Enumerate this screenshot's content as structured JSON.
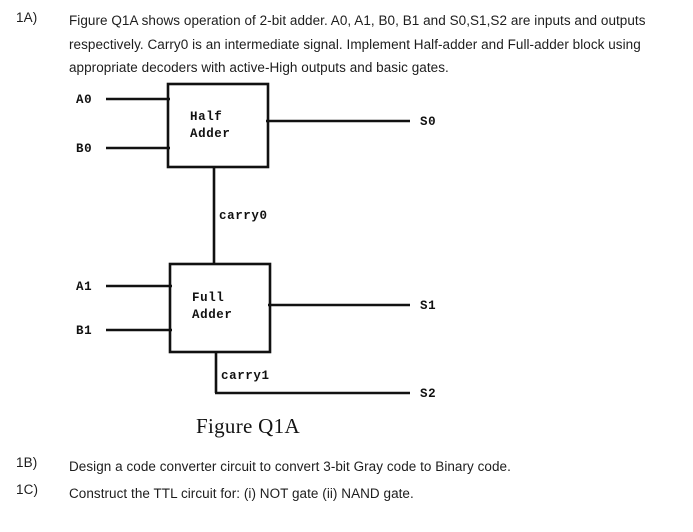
{
  "page": {
    "background": "#ffffff",
    "ink": "#1d1d1d"
  },
  "questions": [
    {
      "label": "1A)",
      "text": "Figure Q1A shows operation of 2-bit adder. A0, A1, B0, B1 and S0,S1,S2 are inputs and outputs respectively. Carry0 is an intermediate signal. Implement Half-adder and Full-adder block using appropriate decoders with active-High outputs and basic gates."
    },
    {
      "label": "1B)",
      "text": "Design a code converter circuit to convert 3-bit Gray code to Binary code."
    },
    {
      "label": "1C)",
      "text": "Construct the TTL circuit for: (i) NOT gate (ii) NAND gate."
    }
  ],
  "figure": {
    "caption": "Figure Q1A",
    "line_color": "#111111",
    "blocks": [
      {
        "id": "half-adder",
        "line1": "Half",
        "line2": "Adder"
      },
      {
        "id": "full-adder",
        "line1": "Full",
        "line2": "Adder"
      }
    ],
    "inputs": [
      {
        "id": "a0",
        "label": "A0"
      },
      {
        "id": "b0",
        "label": "B0"
      },
      {
        "id": "a1",
        "label": "A1"
      },
      {
        "id": "b1",
        "label": "B1"
      }
    ],
    "outputs": [
      {
        "id": "s0",
        "label": "S0"
      },
      {
        "id": "s1",
        "label": "S1"
      },
      {
        "id": "s2",
        "label": "S2"
      }
    ],
    "signals": [
      {
        "id": "carry0",
        "label": "carry0"
      },
      {
        "id": "carry1",
        "label": "carry1"
      }
    ]
  }
}
